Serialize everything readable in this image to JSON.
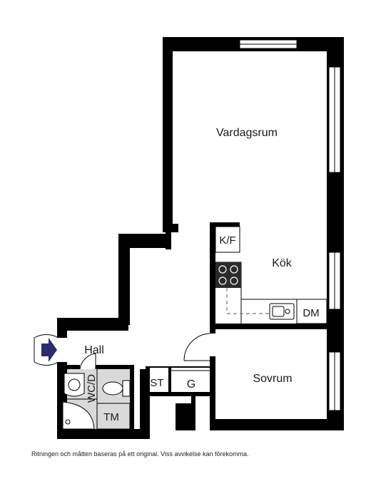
{
  "rooms": {
    "living": "Vardagsrum",
    "kitchen": "Kök",
    "fridge_freezer": "K/F",
    "dishwasher": "DM",
    "hall": "Hall",
    "wc": "WC/D",
    "storage": "ST",
    "wardrobe": "G",
    "bedroom": "Sovrum",
    "dryer": "TM"
  },
  "footnote": "Ritningen och måtten baseras på ett original. Viss avvikelse kan förekomma.",
  "colors": {
    "wall": "#000000",
    "wet_room_floor": "#d9d9d9",
    "window": "#ffffff",
    "entrance_arrow": "#2c2a6b",
    "kitchen_line": "#7a7a7a"
  },
  "icons": {
    "entrance": "entrance-arrow-icon",
    "stove": "stove-icon",
    "sink": "sink-icon",
    "toilet": "toilet-icon",
    "washbasin": "washbasin-icon",
    "shower": "shower-icon"
  }
}
